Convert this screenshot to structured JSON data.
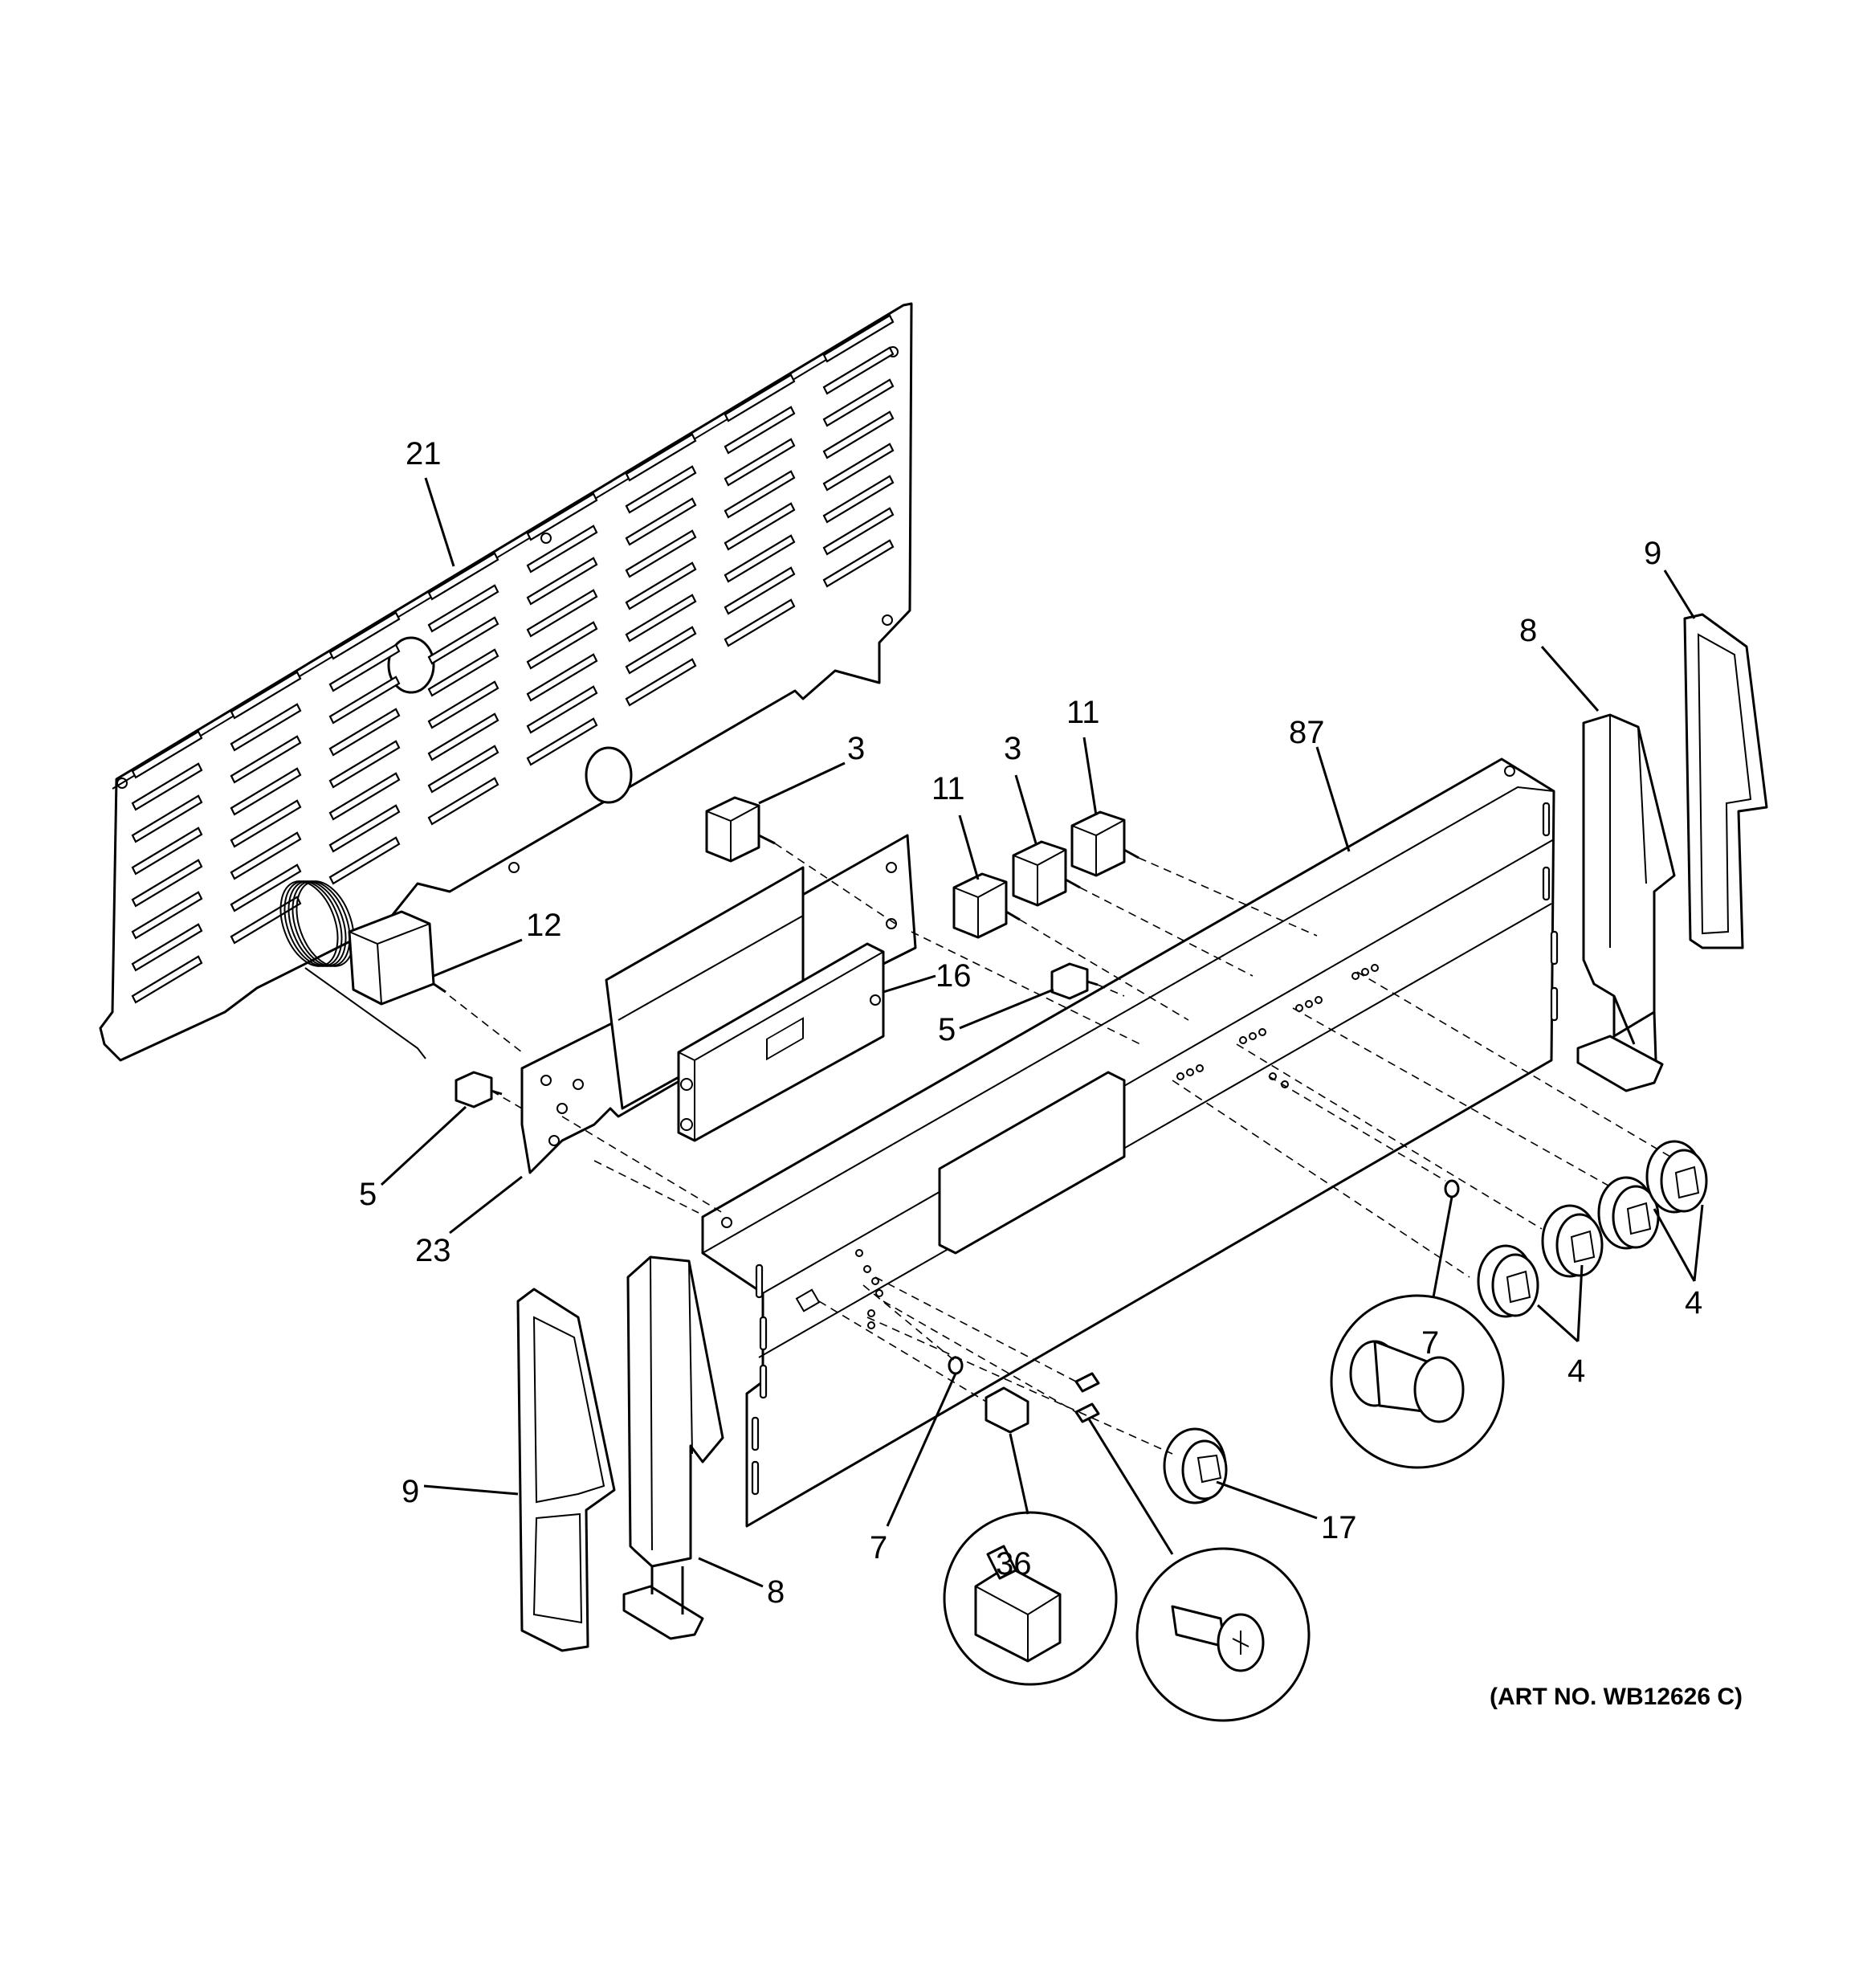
{
  "diagram": {
    "art_number": "(ART NO. WB12626 C)",
    "callouts": [
      {
        "id": "c21",
        "label": "21"
      },
      {
        "id": "c3a",
        "label": "3"
      },
      {
        "id": "c3b",
        "label": "3"
      },
      {
        "id": "c11a",
        "label": "11"
      },
      {
        "id": "c11b",
        "label": "11"
      },
      {
        "id": "c87",
        "label": "87"
      },
      {
        "id": "c8a",
        "label": "8"
      },
      {
        "id": "c9a",
        "label": "9"
      },
      {
        "id": "c12",
        "label": "12"
      },
      {
        "id": "c16",
        "label": "16"
      },
      {
        "id": "c5a",
        "label": "5"
      },
      {
        "id": "c5b",
        "label": "5"
      },
      {
        "id": "c23",
        "label": "23"
      },
      {
        "id": "c4a",
        "label": "4"
      },
      {
        "id": "c4b",
        "label": "4"
      },
      {
        "id": "c7a",
        "label": "7"
      },
      {
        "id": "c7b",
        "label": "7"
      },
      {
        "id": "c9b",
        "label": "9"
      },
      {
        "id": "c8b",
        "label": "8"
      },
      {
        "id": "c36",
        "label": "36"
      },
      {
        "id": "c17",
        "label": "17"
      }
    ]
  }
}
